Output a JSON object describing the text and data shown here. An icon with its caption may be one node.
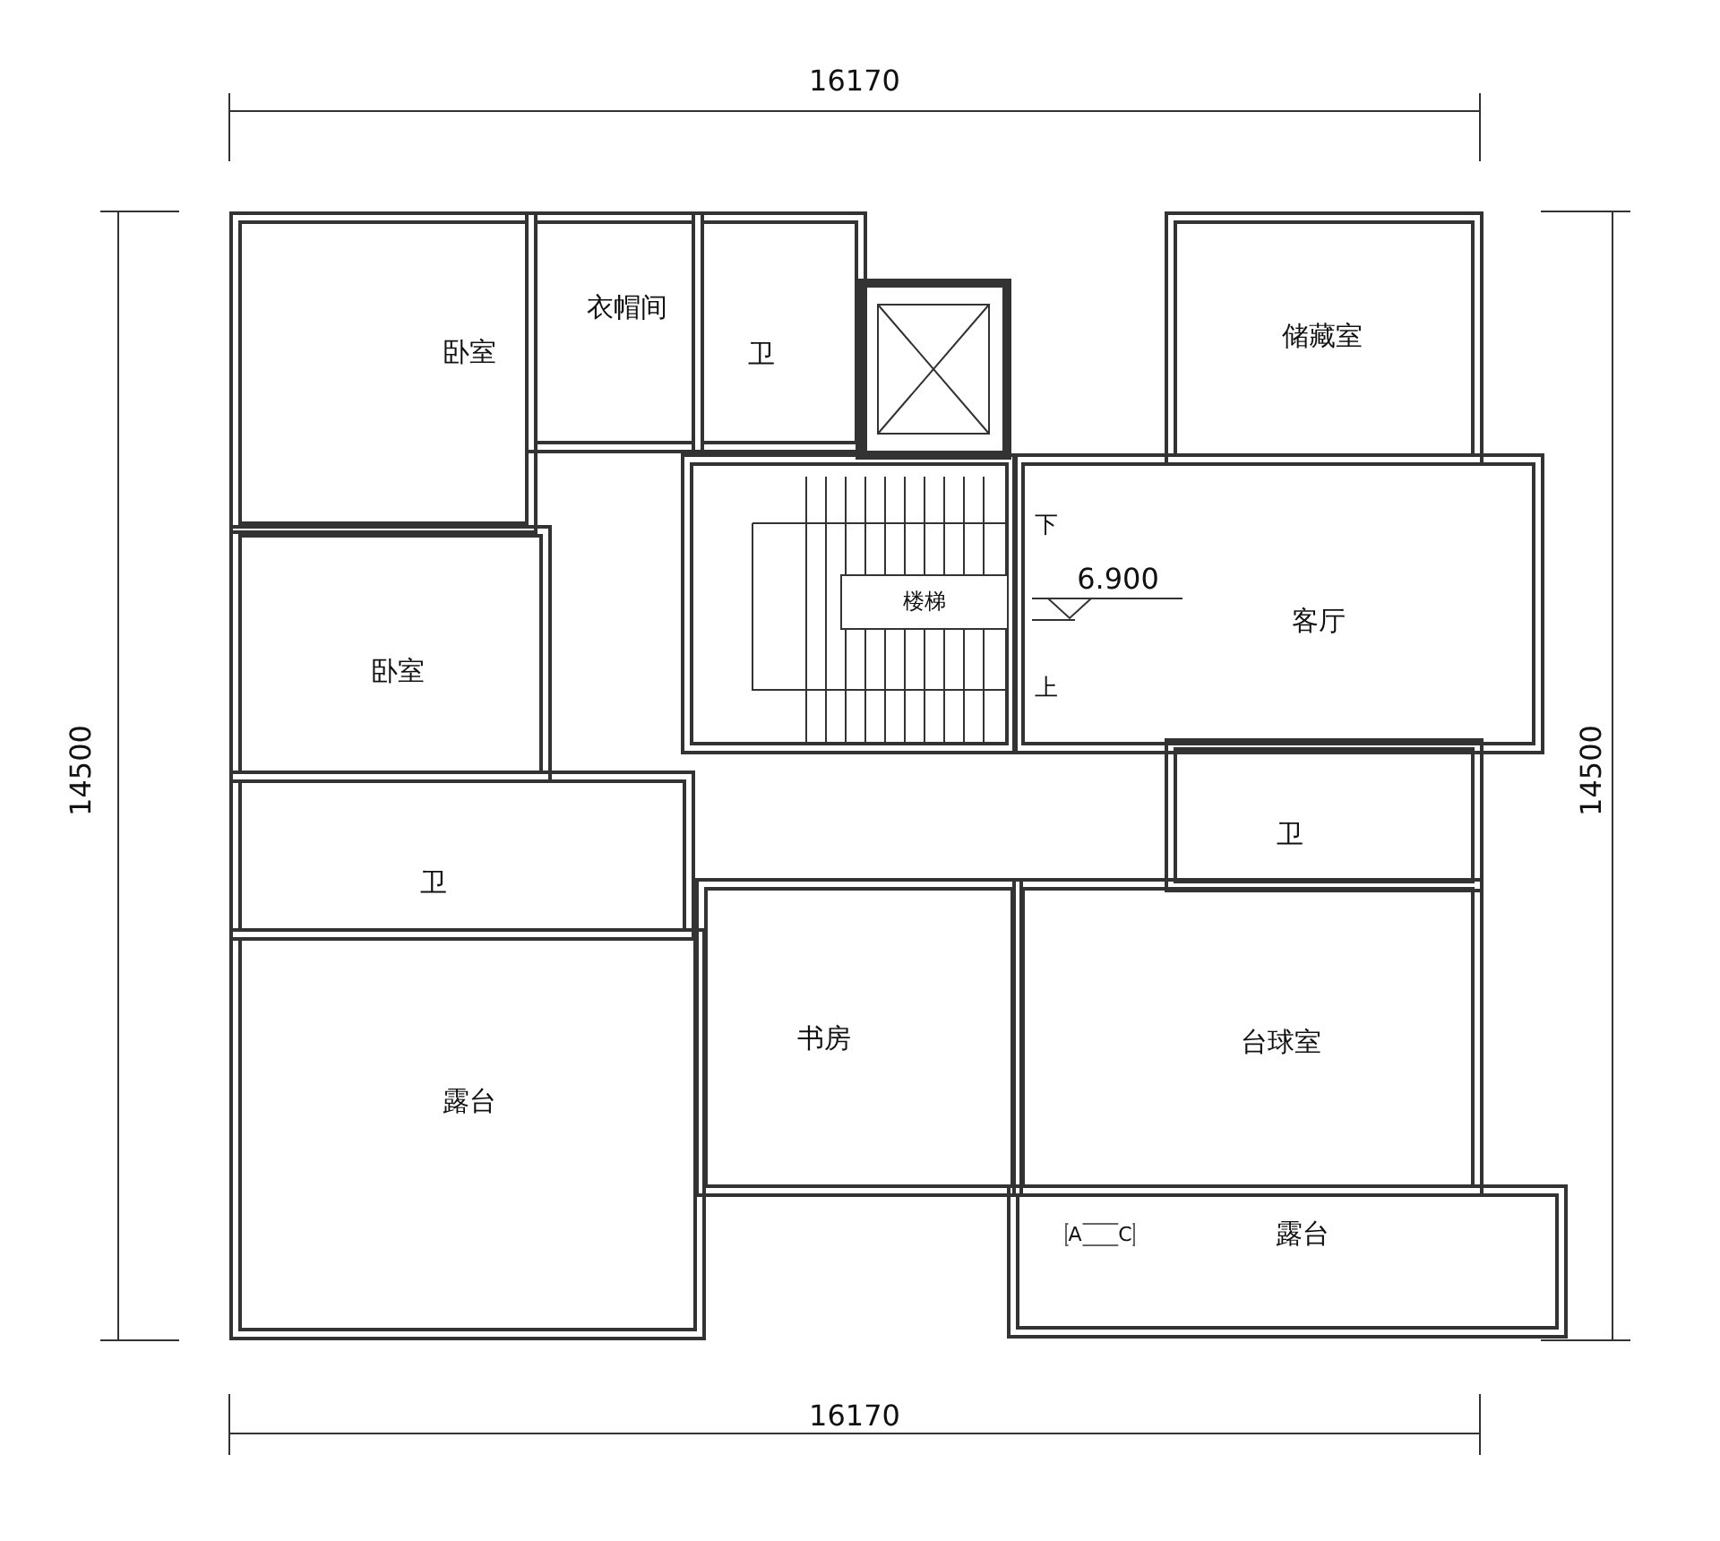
{
  "diagram": {
    "nodes": [
      {
        "text": [
          "卧室"
        ]
      },
      {
        "text": [
          "衣帽间"
        ]
      },
      {
        "text": [
          "卫"
        ]
      },
      {
        "text": [
          "储藏室"
        ]
      },
      {
        "text": [
          "楼梯"
        ]
      },
      {
        "text": [
          "客厅"
        ]
      },
      {
        "text": [
          "卧室"
        ]
      },
      {
        "text": [
          "卫"
        ]
      },
      {
        "text": [
          "卫"
        ]
      },
      {
        "text": [
          "露台"
        ]
      },
      {
        "text": [
          "书房"
        ]
      },
      {
        "text": [
          "台球室"
        ]
      },
      {
        "text": [
          "露台"
        ]
      }
    ],
    "labels": [
      "16170",
      "14500",
      "14500",
      "下",
      "6.900",
      "上",
      "A",
      "C",
      "16170"
    ]
  }
}
